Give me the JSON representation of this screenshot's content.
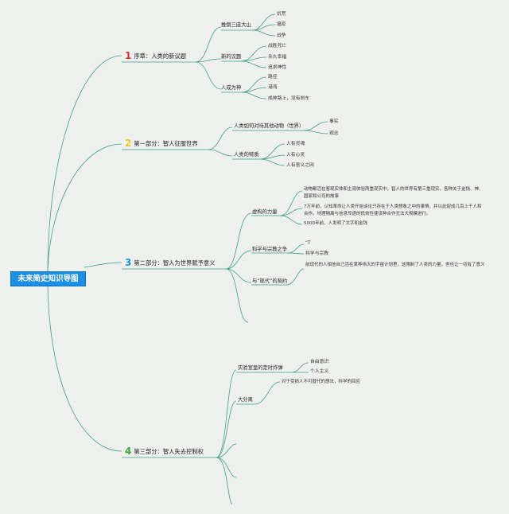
{
  "root": {
    "label": "未来简史知识导图"
  },
  "colors": {
    "line": "#3f9f86",
    "root_bg": "#1b8fe6",
    "num1": "#e0302c",
    "num2": "#f2c229",
    "num3": "#1b8fe6",
    "num4": "#3aa53a"
  },
  "chapters": [
    {
      "num": "1",
      "title": "序章：人类的新议题"
    },
    {
      "num": "2",
      "title": "第一部分：智人征服世界"
    },
    {
      "num": "3",
      "title": "第二部分：智人为世界赋予意义"
    },
    {
      "num": "4",
      "title": "第三部分：智人失去控制权"
    }
  ],
  "ch1": {
    "b1": {
      "label": "推倒三座大山",
      "items": [
        "饥荒",
        "瘟疫",
        "战争"
      ]
    },
    "b2": {
      "label": "新的议题",
      "items": [
        "战胜死亡",
        "永久幸福",
        "追求神性"
      ]
    },
    "b3": {
      "label": "人成为神",
      "items": [
        "路径",
        "港湾",
        "成神路上，没有刹车"
      ]
    }
  },
  "ch2": {
    "b1": {
      "label": "人类如何对待其他动物（世界）",
      "items": [
        "事实",
        "观念"
      ]
    },
    "b2": {
      "label": "人类的特质",
      "items": [
        "人有灵魂",
        "人有心灵",
        "人有意义之网"
      ]
    }
  },
  "ch3": {
    "b1": {
      "label": "虚构的力量",
      "paras": [
        "动物都活在客观实体和主观体验两重现实中，智人的世界有第三重现实，各种关于金钱、神、国家和公司的故事",
        "7万年前，认知革命让人类开始谈论只存在于人类想象之中的事情，并以此促成几百上千人和合作。地理隔离与信息传递的低效性使该种合作无法大规模进行。",
        "5000年前，人发明了文字和金钱"
      ]
    },
    "b2": {
      "label": "科学与宗教之争",
      "items": [
        "“T",
        "科学与宗教"
      ]
    },
    "b3": {
      "label": "与“现代”的契约",
      "paras": [
        "前现代的人相信自己活在某种伟大的宇宙计划里，这限制了人类的力量，但也让一切有了意义"
      ]
    }
  },
  "ch4": {
    "b1": {
      "label": "实验室里的定时炸弹",
      "items": [
        "自由意识",
        "个人主义"
      ]
    },
    "b2": {
      "label": "大分离",
      "paras": [
        "对于受损人不可替代的想法，科学的回应"
      ]
    }
  }
}
